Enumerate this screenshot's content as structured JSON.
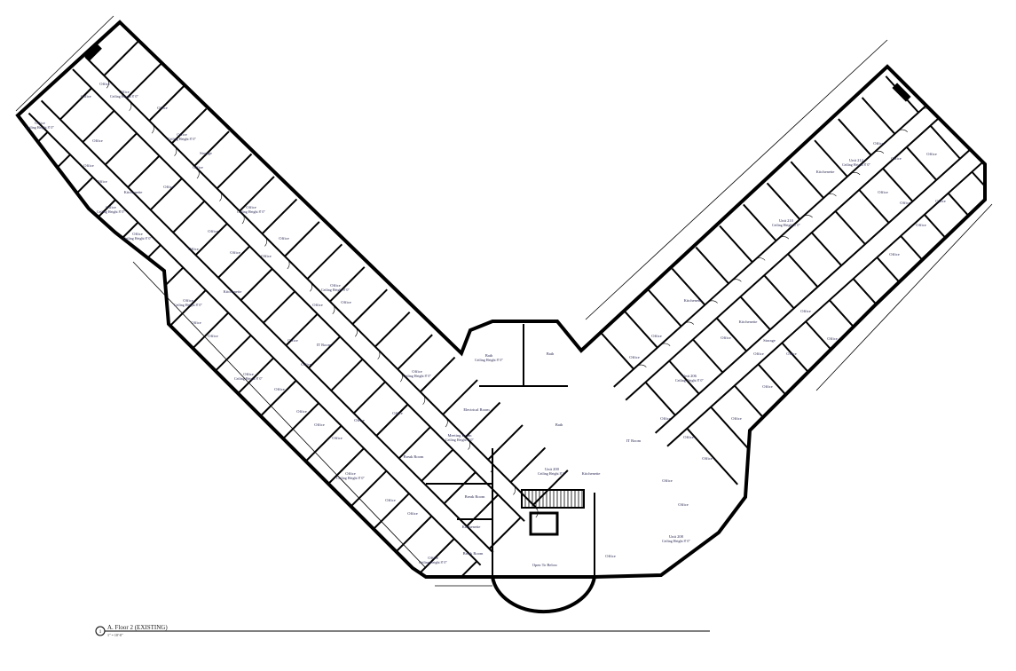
{
  "drawing": {
    "marker_number": "1",
    "title": "A. Floor 2 (EXISTING)",
    "scale": "1\" = 10'-0\""
  },
  "rooms": [
    {
      "name": "Office",
      "sub": "Ceiling Height 8' 0\""
    },
    {
      "name": "Office",
      "sub": ""
    },
    {
      "name": "Office",
      "sub": ""
    },
    {
      "name": "Office",
      "sub": "Ceiling Height 8' 0\""
    },
    {
      "name": "Office",
      "sub": ""
    },
    {
      "name": "Office",
      "sub": ""
    },
    {
      "name": "Office",
      "sub": ""
    },
    {
      "name": "Office",
      "sub": ""
    },
    {
      "name": "Office",
      "sub": "Ceiling Height 8' 0\""
    },
    {
      "name": "Storage",
      "sub": ""
    },
    {
      "name": "Office",
      "sub": ""
    },
    {
      "name": "Office",
      "sub": ""
    },
    {
      "name": "Kitchenette",
      "sub": ""
    },
    {
      "name": "Office",
      "sub": "Ceiling Height 8' 0\""
    },
    {
      "name": "Office",
      "sub": "Ceiling Height 8' 0\""
    },
    {
      "name": "Office",
      "sub": "Ceiling Height 8' 0\""
    },
    {
      "name": "Office",
      "sub": ""
    },
    {
      "name": "Office",
      "sub": ""
    },
    {
      "name": "Office",
      "sub": ""
    },
    {
      "name": "Office",
      "sub": ""
    },
    {
      "name": "Office",
      "sub": ""
    },
    {
      "name": "Office",
      "sub": "Ceiling Height 8' 0\""
    },
    {
      "name": "Kitchenette",
      "sub": ""
    },
    {
      "name": "Office",
      "sub": ""
    },
    {
      "name": "Office",
      "sub": ""
    },
    {
      "name": "Office",
      "sub": "Ceiling Height 8' 0\""
    },
    {
      "name": "Office",
      "sub": ""
    },
    {
      "name": "Office",
      "sub": ""
    },
    {
      "name": "Office",
      "sub": "Ceiling Height 8' 0\""
    },
    {
      "name": "IT Room",
      "sub": ""
    },
    {
      "name": "Office",
      "sub": ""
    },
    {
      "name": "Office",
      "sub": ""
    },
    {
      "name": "Office",
      "sub": "Ceiling Height 8' 0\""
    },
    {
      "name": "Office",
      "sub": ""
    },
    {
      "name": "Office",
      "sub": ""
    },
    {
      "name": "Office",
      "sub": ""
    },
    {
      "name": "Office",
      "sub": ""
    },
    {
      "name": "Office",
      "sub": ""
    },
    {
      "name": "Office",
      "sub": "Ceiling Height 8' 0\""
    },
    {
      "name": "Office",
      "sub": ""
    },
    {
      "name": "Office",
      "sub": ""
    },
    {
      "name": "Office",
      "sub": "Ceiling Height 8' 0\""
    },
    {
      "name": "Office",
      "sub": ""
    },
    {
      "name": "Bath",
      "sub": "Ceiling Height 8' 0\""
    },
    {
      "name": "Bath",
      "sub": ""
    },
    {
      "name": "Electrical Room",
      "sub": ""
    },
    {
      "name": "Meeting Room",
      "sub": "Ceiling Height 8' 0\""
    },
    {
      "name": "Break Room",
      "sub": ""
    },
    {
      "name": "Break Room",
      "sub": ""
    },
    {
      "name": "Kitchenette",
      "sub": ""
    },
    {
      "name": "Break Room",
      "sub": ""
    },
    {
      "name": "Open To Below",
      "sub": ""
    },
    {
      "name": "Unit 200",
      "sub": "Ceiling Height 8' 0\""
    },
    {
      "name": "Kitchenette",
      "sub": ""
    },
    {
      "name": "Bath",
      "sub": ""
    },
    {
      "name": "IT Room",
      "sub": ""
    },
    {
      "name": "Office",
      "sub": ""
    },
    {
      "name": "Unit 206",
      "sub": "Ceiling Height 8' 0\""
    },
    {
      "name": "Kitchenette",
      "sub": ""
    },
    {
      "name": "Kitchenette",
      "sub": ""
    },
    {
      "name": "Storage",
      "sub": ""
    },
    {
      "name": "Office",
      "sub": ""
    },
    {
      "name": "Office",
      "sub": ""
    },
    {
      "name": "Office",
      "sub": ""
    },
    {
      "name": "Office",
      "sub": ""
    },
    {
      "name": "Office",
      "sub": ""
    },
    {
      "name": "Office",
      "sub": ""
    },
    {
      "name": "Office",
      "sub": ""
    },
    {
      "name": "Office",
      "sub": ""
    },
    {
      "name": "Office",
      "sub": ""
    },
    {
      "name": "Office",
      "sub": ""
    },
    {
      "name": "Office",
      "sub": ""
    },
    {
      "name": "Office",
      "sub": ""
    },
    {
      "name": "Office",
      "sub": ""
    },
    {
      "name": "Office",
      "sub": ""
    },
    {
      "name": "Unit 208",
      "sub": "Ceiling Height 8' 0\""
    },
    {
      "name": "Unit 210",
      "sub": "Ceiling Height 8' 0\""
    },
    {
      "name": "Kitchenette",
      "sub": ""
    },
    {
      "name": "Unit 212",
      "sub": "Ceiling Height 8' 0\""
    },
    {
      "name": "Office",
      "sub": ""
    },
    {
      "name": "Office",
      "sub": ""
    },
    {
      "name": "Office",
      "sub": ""
    },
    {
      "name": "Office",
      "sub": ""
    },
    {
      "name": "Office",
      "sub": ""
    },
    {
      "name": "Office",
      "sub": ""
    },
    {
      "name": "Office",
      "sub": ""
    },
    {
      "name": "Office",
      "sub": ""
    }
  ]
}
